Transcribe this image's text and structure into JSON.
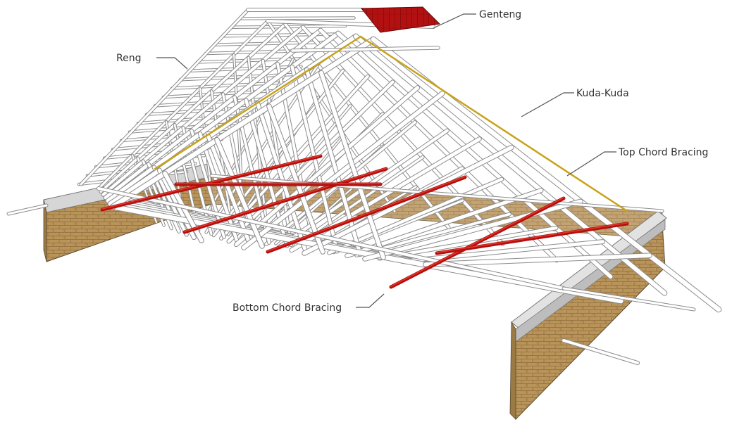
{
  "labels": {
    "genteng": "Genteng",
    "reng": "Reng",
    "kuda_kuda": "Kuda-Kuda",
    "top_chord_bracing": "Top Chord Bracing",
    "bottom_chord_bracing": "Bottom Chord Bracing"
  },
  "colors": {
    "brace_red": "#c81414",
    "brick": "#b08a4e",
    "plate": "#dcdcdc",
    "steel": "#f4f4f4",
    "tile": "#b21010"
  }
}
